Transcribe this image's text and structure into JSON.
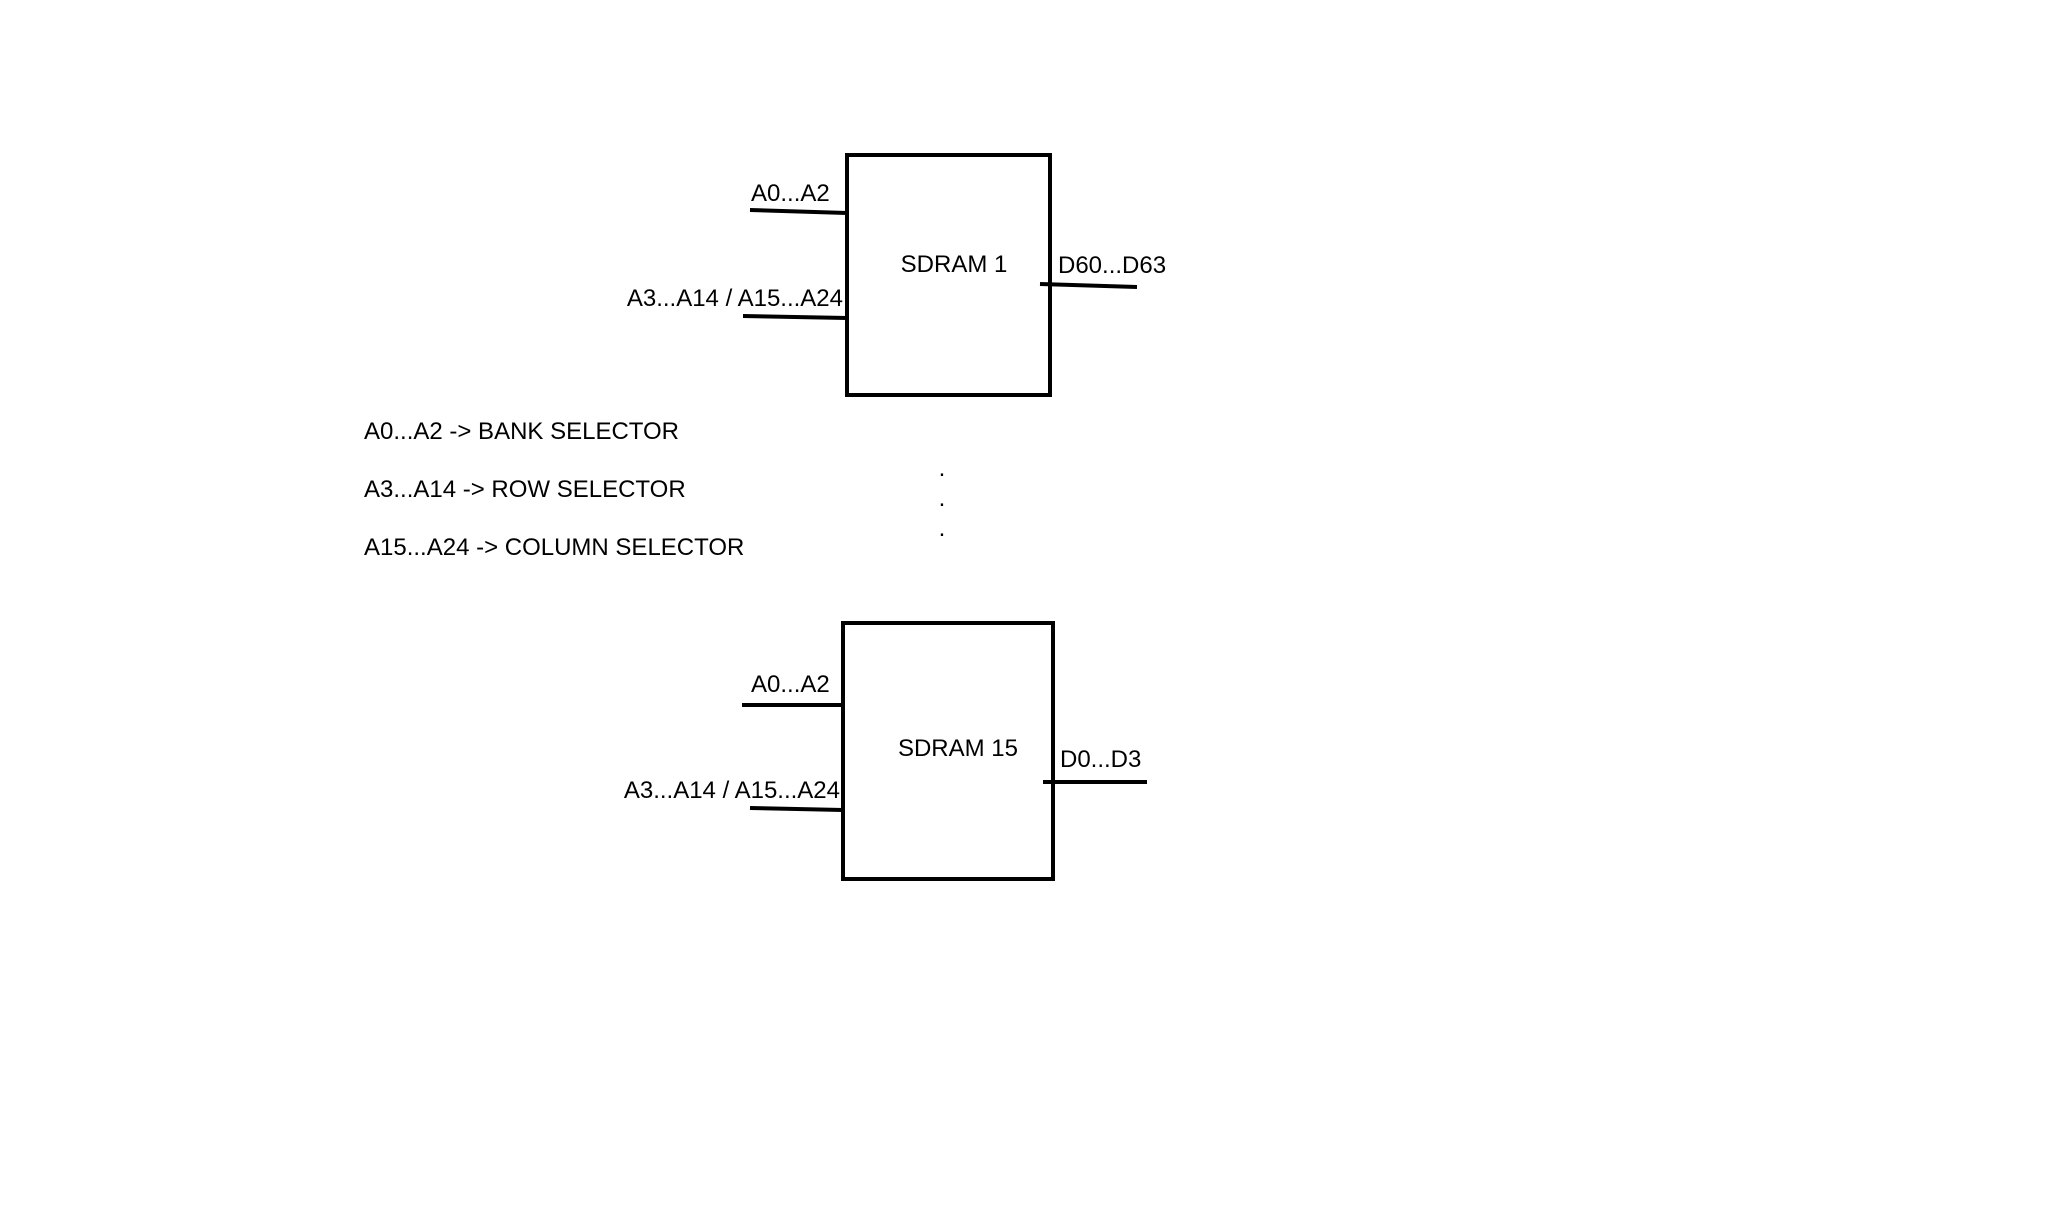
{
  "colors": {
    "background": "#ffffff",
    "ink": "#000000"
  },
  "chips": [
    {
      "name": "SDRAM 1",
      "inputs": [
        "A0...A2",
        "A3...A14 / A15...A24"
      ],
      "output": "D60...D63"
    },
    {
      "name": "SDRAM 15",
      "inputs": [
        "A0...A2",
        "A3...A14 / A15...A24"
      ],
      "output": "D0...D3"
    }
  ],
  "legend": [
    "A0...A2 -> BANK SELECTOR",
    "A3...A14 -> ROW SELECTOR",
    "A15...A24 -> COLUMN SELECTOR"
  ],
  "ellipsis": "."
}
